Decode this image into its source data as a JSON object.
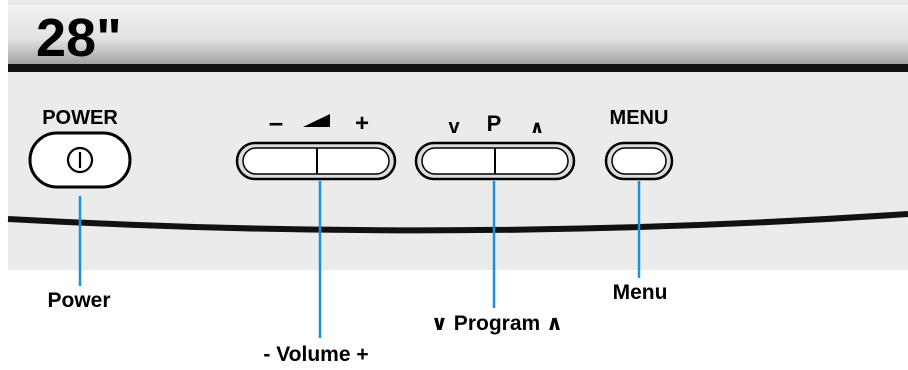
{
  "panel": {
    "size_label": "28\"",
    "power_label": "POWER",
    "volume_minus_symbol": "–",
    "volume_plus_symbol": "+",
    "program_down_symbol": "v",
    "program_label": "P",
    "program_up_symbol": "∧",
    "menu_label": "MENU"
  },
  "callouts": {
    "power": "Power",
    "volume": "- Volume +",
    "program": "∨ Program ∧",
    "menu": "Menu"
  },
  "colors": {
    "panel_gray": "#ebebeb",
    "callout_line": "#1e8fdc",
    "outline": "#000000",
    "button_fill": "#ffffff"
  },
  "icons": [
    "power-symbol-icon",
    "volume-wedge-icon"
  ]
}
